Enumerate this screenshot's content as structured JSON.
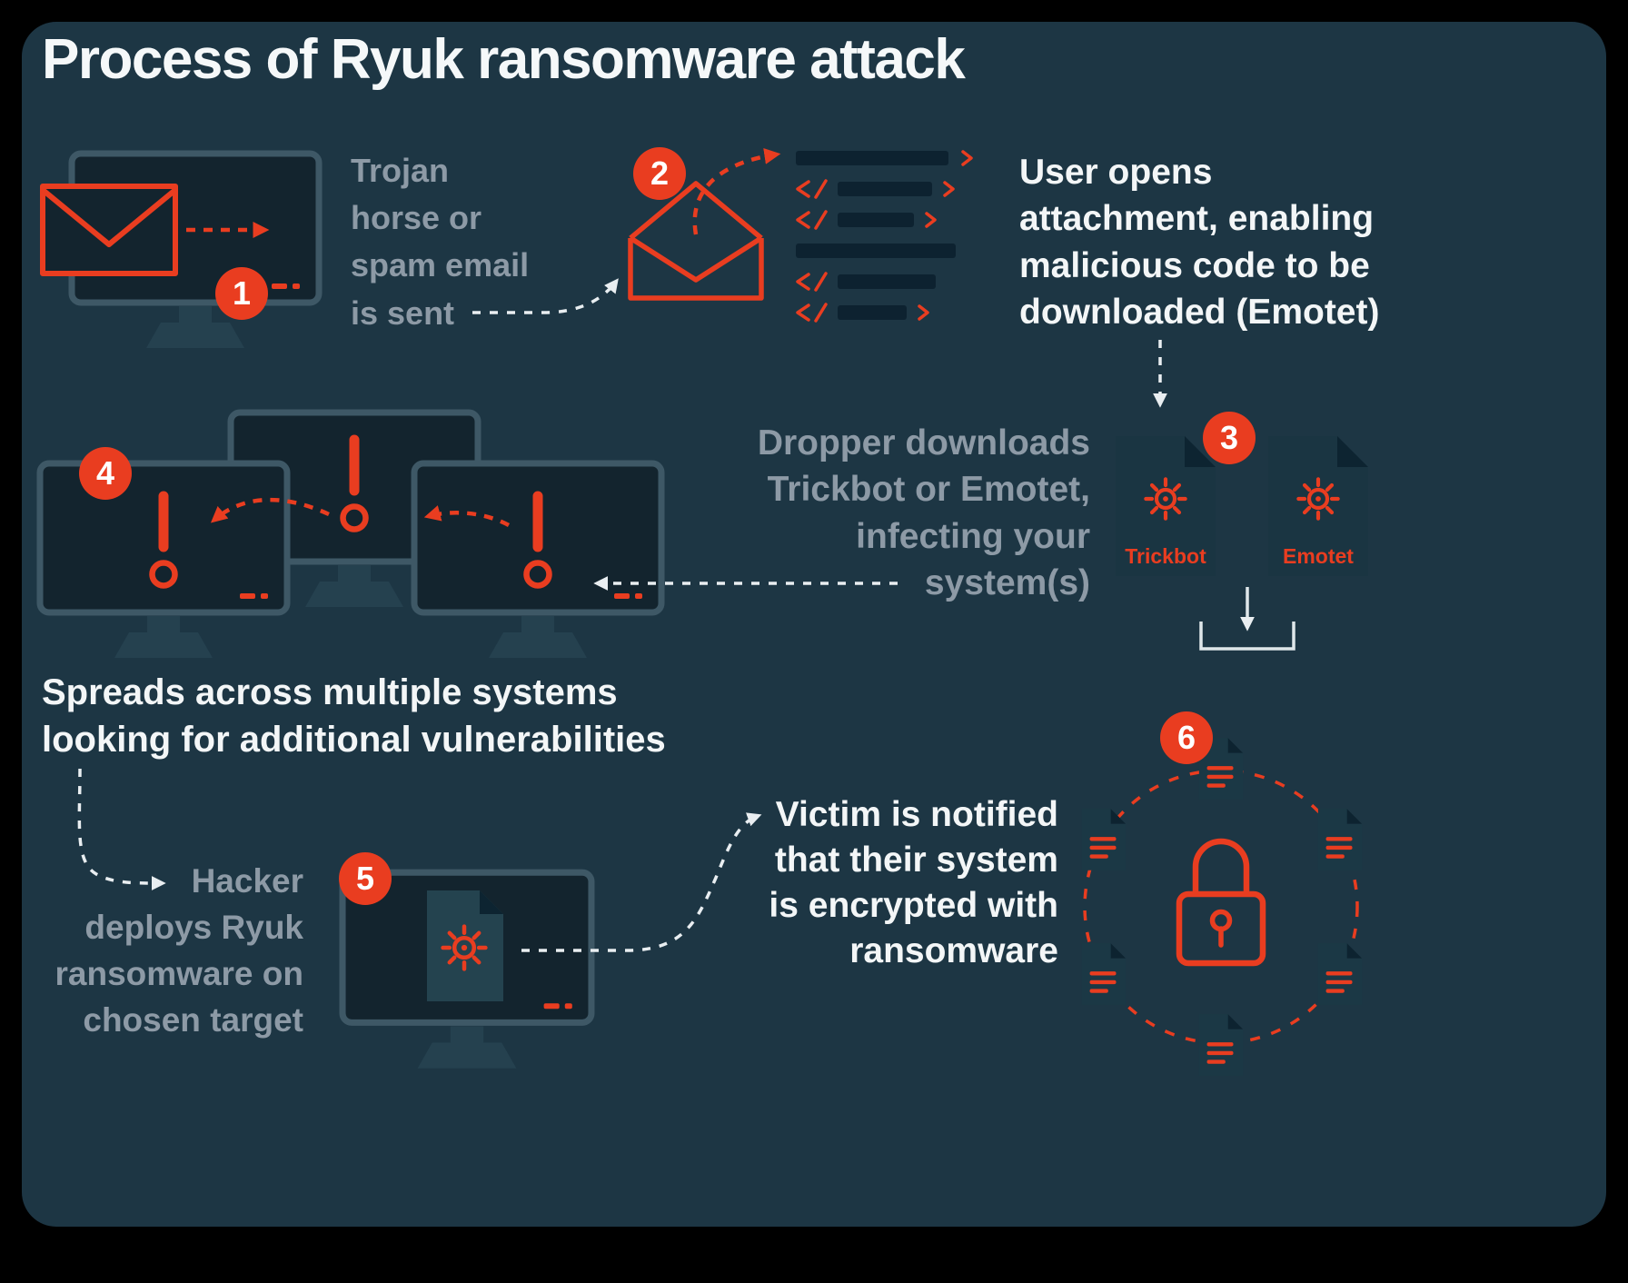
{
  "title": "Process of Ryuk ransomware attack",
  "colors": {
    "accent": "#e93d20",
    "background": "#1d3644",
    "muted_text": "#8d9aa6",
    "text": "#f3f6f7"
  },
  "steps": [
    {
      "num": "1",
      "text": "Trojan\nhorse or\nspam email\nis sent"
    },
    {
      "num": "2",
      "text": "User opens\nattachment, enabling\nmalicious code to be\ndownloaded (Emotet)"
    },
    {
      "num": "3",
      "text": "Dropper downloads\nTrickbot or Emotet,\ninfecting your\nsystem(s)",
      "files": [
        "Trickbot",
        "Emotet"
      ]
    },
    {
      "num": "4",
      "text": "Spreads across multiple systems\nlooking for additional vulnerabilities"
    },
    {
      "num": "5",
      "text": "Hacker\ndeploys Ryuk\nransomware on\nchosen target"
    },
    {
      "num": "6",
      "text": "Victim is notified\nthat their system\nis encrypted with\nransomware"
    }
  ],
  "icons": [
    "monitor-icon",
    "envelope-icon",
    "open-envelope-icon",
    "code-lines-icon",
    "virus-file-icon",
    "exclamation-icon",
    "padlock-icon",
    "document-icon"
  ]
}
